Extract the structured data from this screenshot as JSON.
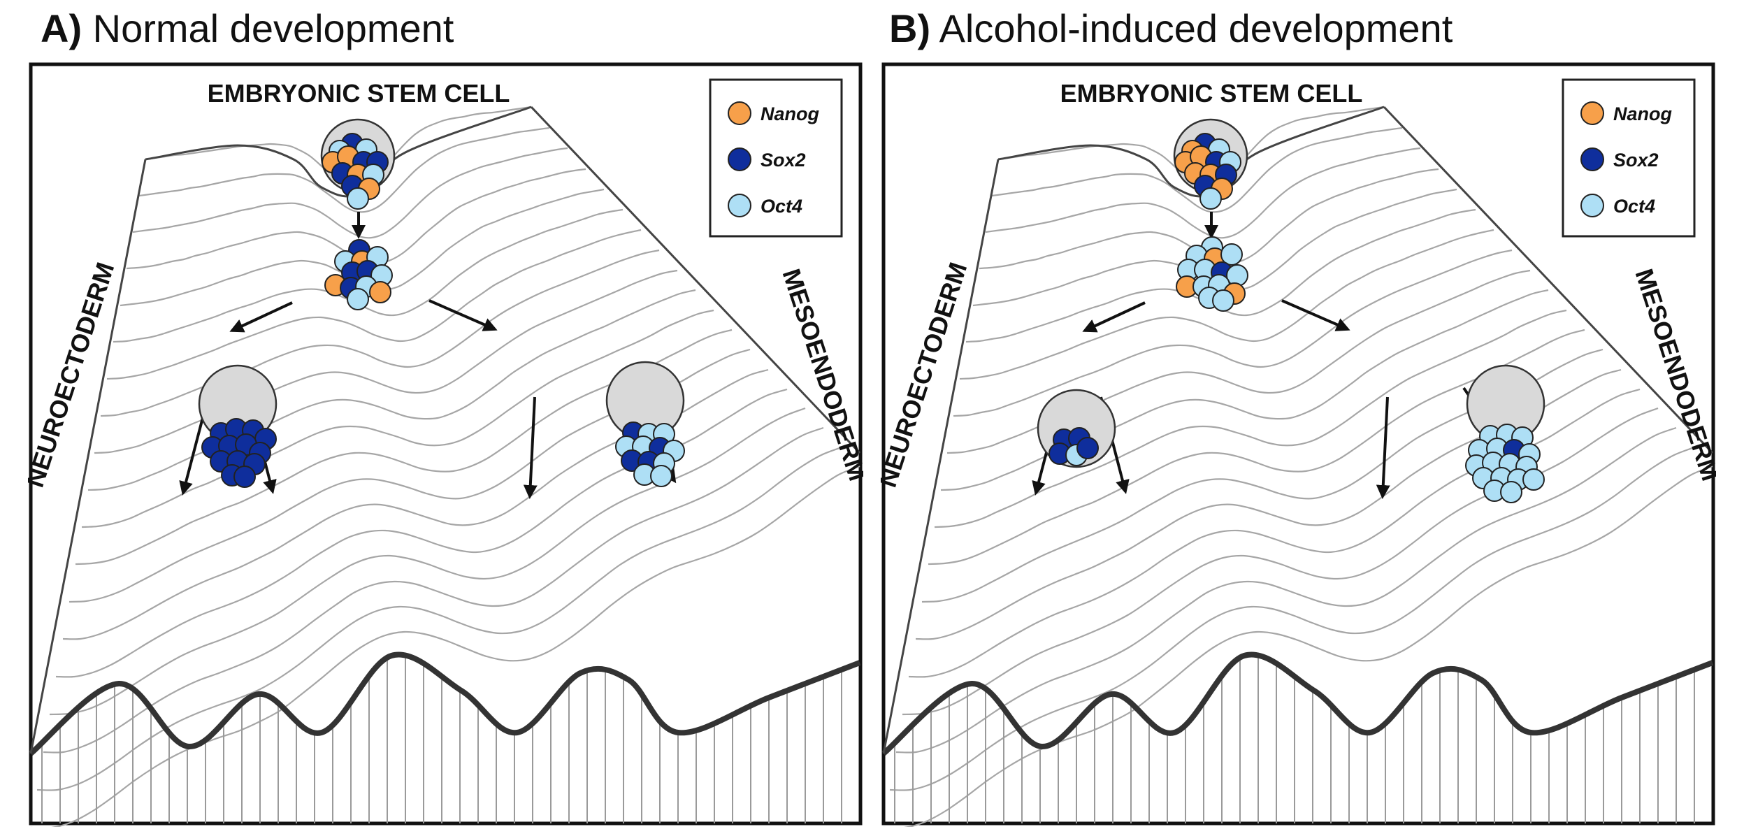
{
  "panels": [
    {
      "letter": "A)",
      "title": "Normal development",
      "top_label": "EMBRYONIC STEM CELL",
      "left_label": "NEUROECTODERM",
      "right_label": "MESOENDODERM",
      "legend": [
        {
          "name": "Nanog",
          "color": "#f7a04a"
        },
        {
          "name": "Sox2",
          "color": "#0f2e9c"
        },
        {
          "name": "Oct4",
          "color": "#aedff5"
        }
      ]
    },
    {
      "letter": "B)",
      "title": "Alcohol-induced development",
      "top_label": "EMBRYONIC STEM CELL",
      "left_label": "NEUROECTODERM",
      "right_label": "MESOENDODERM",
      "legend": [
        {
          "name": "Nanog",
          "color": "#f7a04a"
        },
        {
          "name": "Sox2",
          "color": "#0f2e9c"
        },
        {
          "name": "Oct4",
          "color": "#aedff5"
        }
      ]
    }
  ],
  "colors": {
    "nanog": "#f7a04a",
    "sox2": "#0f2e9c",
    "oct4": "#aedff5",
    "ball": "#d9d9d9",
    "contour": "#a6a6a6"
  }
}
